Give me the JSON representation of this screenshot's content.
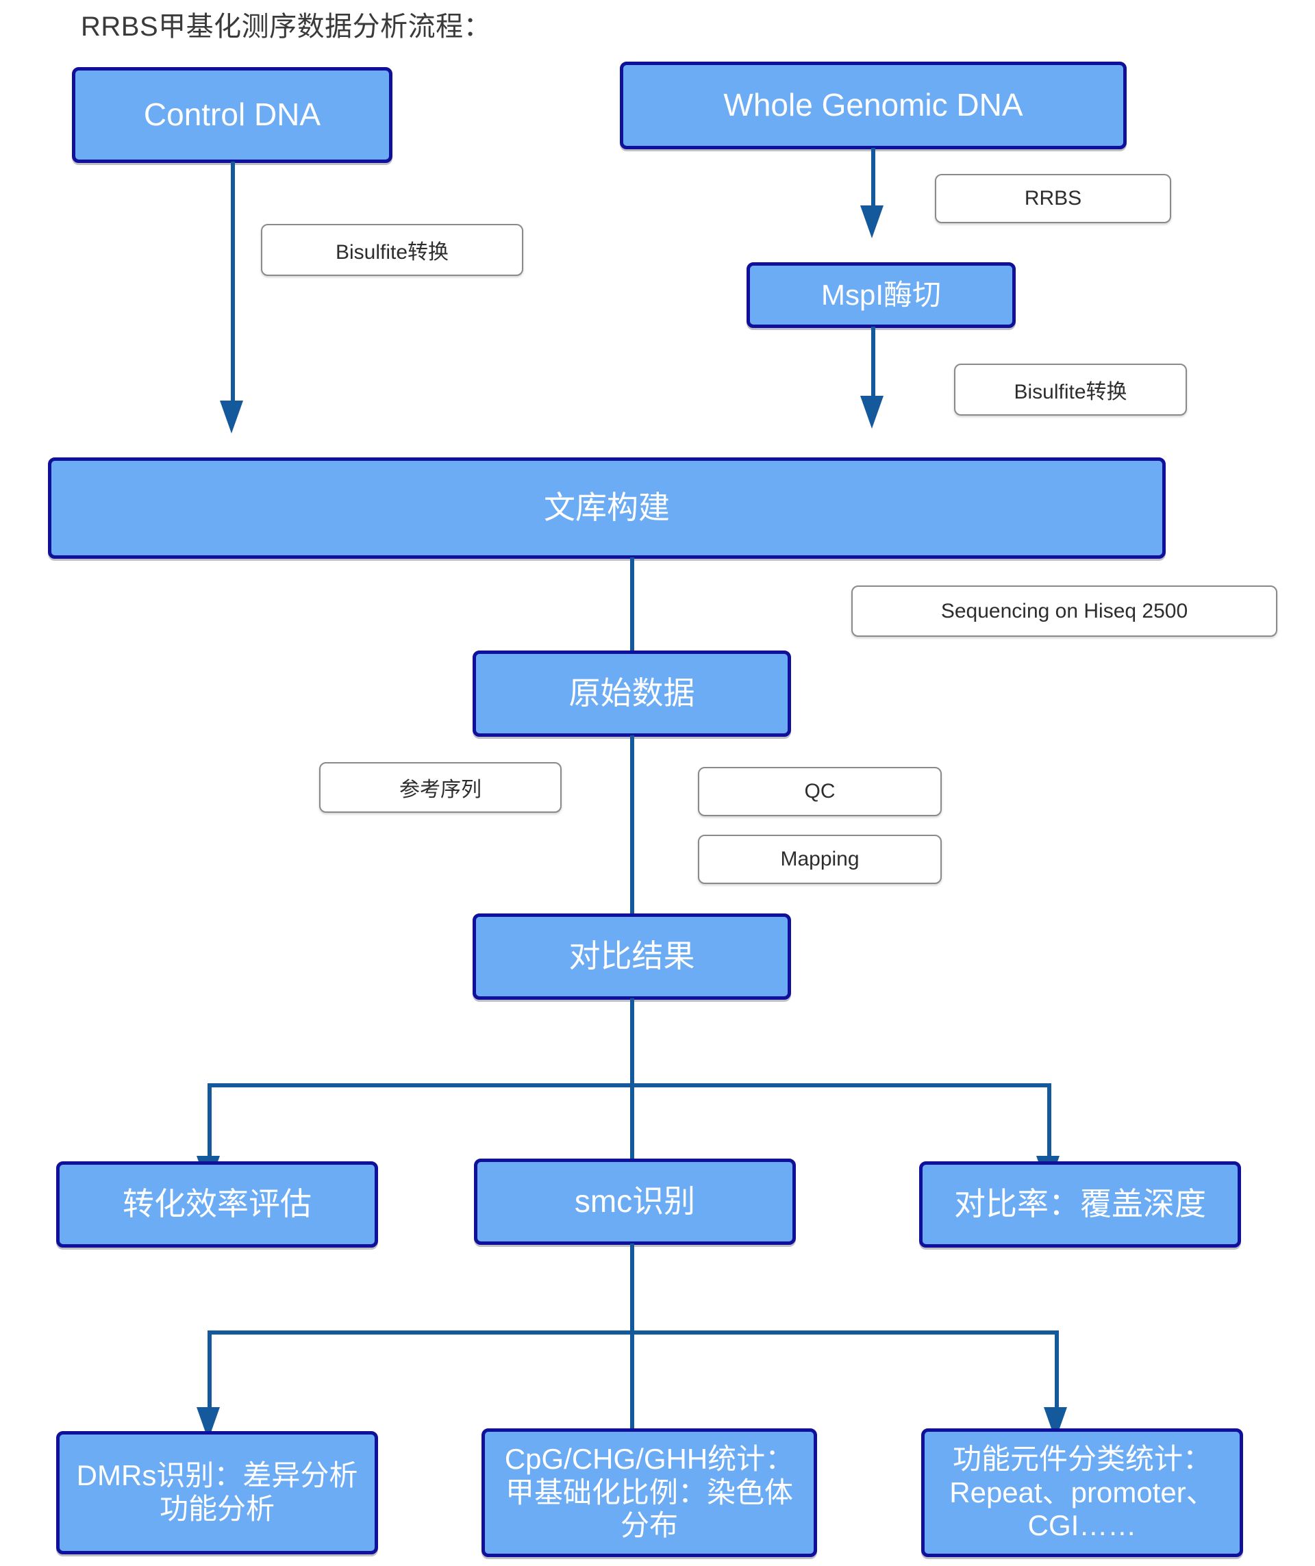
{
  "title": "RRBS甲基化测序数据分析流程：",
  "colors": {
    "box_fill": "#6CACF5",
    "box_border": "#10109B",
    "box_text": "#FFFFFF",
    "connector": "#14599B",
    "annotation_border": "#8A8A8A",
    "annotation_text": "#2D2D2D",
    "title_text": "#3A3A3A",
    "background": "#FFFFFF"
  },
  "nodes": {
    "control_dna": "Control DNA",
    "whole_genomic_dna": "Whole Genomic DNA",
    "mspi": "MspI酶切",
    "library": "文库构建",
    "raw_data": "原始数据",
    "mapping_result": "对比结果",
    "conversion_efficiency": "转化效率评估",
    "smc_identification": "smc识别",
    "mapping_rate": "对比率：覆盖深度",
    "dmrs_line1": "DMRs识别：差异分析",
    "dmrs_line2": "功能分析",
    "cpg_line1": "CpG/CHG/GHH统计：",
    "cpg_line2": "甲基础化比例：染色体",
    "cpg_line3": "分布",
    "func_line1": "功能元件分类统计：",
    "func_line2": "Repeat、promoter、",
    "func_line3": "CGI……"
  },
  "annotations": {
    "bisulfite_left": "Bisulfite转换",
    "rrbs": "RRBS",
    "bisulfite_right": "Bisulfite转换",
    "sequencing": "Sequencing on Hiseq 2500",
    "reference": "参考序列",
    "qc": "QC",
    "mapping": "Mapping"
  }
}
